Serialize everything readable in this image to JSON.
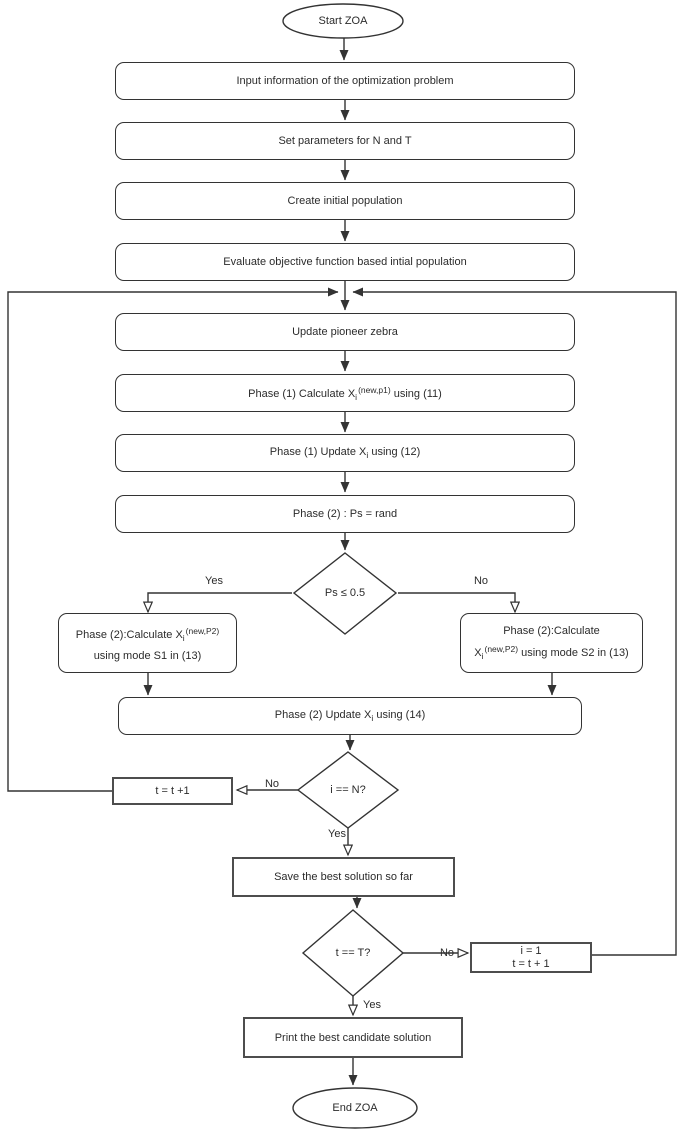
{
  "colors": {
    "line": "#333333",
    "rounded_border": "#333333",
    "sharp_border": "#4d4d4d",
    "fill": "#ffffff",
    "text": "#2b2b2b"
  },
  "nodes": {
    "start": {
      "label": "Start ZOA"
    },
    "input_info": {
      "label": "Input information of the optimization problem"
    },
    "set_params": {
      "label": "Set parameters for N and T"
    },
    "create_pop": {
      "label": "Create initial population"
    },
    "evaluate": {
      "label": "Evaluate objective function based intial population"
    },
    "update_pioneer": {
      "label": "Update pioneer zebra"
    },
    "phase1_calc": {
      "pre": "Phase (1) Calculate X",
      "sub": "i",
      "sup": "(new,p1)",
      "post": " using (11)"
    },
    "phase1_update": {
      "pre": "Phase (1) Update X",
      "sub": "i",
      "post": " using (12)"
    },
    "phase2_rand": {
      "label": "Phase (2) : Ps = rand"
    },
    "ps_decision": {
      "label": "Ps ≤ 0.5"
    },
    "phase2_s1": {
      "pre": "Phase (2):Calculate X",
      "sub": "i",
      "sup": "(new,P2)",
      "line2": "using mode S1 in (13)"
    },
    "phase2_s2": {
      "line1": "Phase (2):Calculate",
      "pre": "X",
      "sub": "i",
      "sup": "(new,P2)",
      "post": " using mode S2 in (13)"
    },
    "phase2_update": {
      "pre": "Phase (2) Update X",
      "sub": "i",
      "post": " using (14)"
    },
    "i_decision": {
      "label": "i == N?"
    },
    "t_increment": {
      "label": "t = t +1"
    },
    "save_best": {
      "label": "Save the best solution so far"
    },
    "t_decision": {
      "label": "t == T?"
    },
    "reset": {
      "line1": "i = 1",
      "line2": "t = t + 1"
    },
    "print_best": {
      "label": "Print the best candidate solution"
    },
    "end": {
      "label": "End ZOA"
    }
  },
  "edge_labels": {
    "ps_yes": "Yes",
    "ps_no": "No",
    "i_no": "No",
    "i_yes": "Yes",
    "t_no": "No",
    "t_yes": "Yes"
  }
}
